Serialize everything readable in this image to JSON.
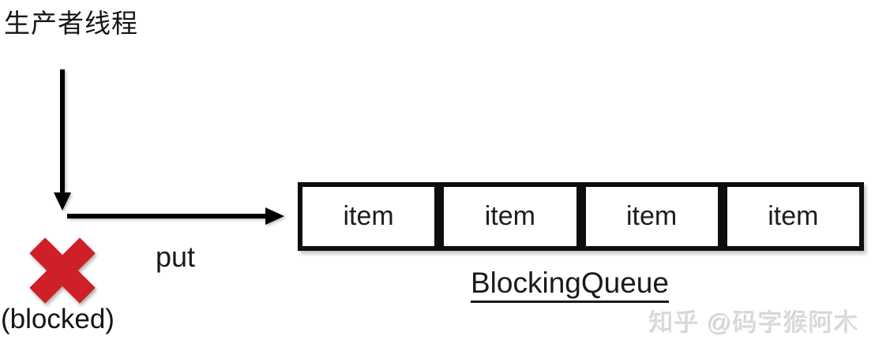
{
  "diagram": {
    "producer_label": "生产者线程",
    "put_label": "put",
    "blocked_label": "(blocked)",
    "blocked_x_icon": "red-cross",
    "queue_label": "BlockingQueue",
    "queue_items": [
      "item",
      "item",
      "item",
      "item"
    ],
    "watermark": "知乎 @码字猴阿木",
    "colors": {
      "blocked_x": "#CE2026",
      "line": "#000000",
      "text": "#1a1a1a",
      "watermark": "#DBDBDB",
      "background": "#FFFFFF"
    }
  }
}
